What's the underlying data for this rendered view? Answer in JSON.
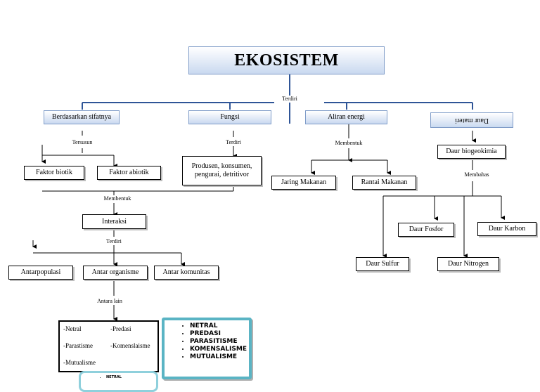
{
  "title": "EKOSISTEM",
  "top_label": "Terdiri",
  "categories": {
    "sifat": "Berdasarkan sifatnya",
    "fungsi": "Fungsi",
    "aliran": "Aliran energi",
    "daur": "Daur materi"
  },
  "labels": {
    "tersusun": "Tersusun",
    "terdiri_fungsi": "Terdiri",
    "membentuk_aliran": "Membentuk",
    "membahas": "Membahas",
    "membentuk_faktor": "Membentuk",
    "terdiri_interaksi": "Terdiri",
    "antara_lain": "Antara lain"
  },
  "nodes": {
    "faktor_biotik": "Faktor biotik",
    "faktor_abiotik": "Faktor abiotik",
    "produsen": "Produsen, konsumen, pengurai, detritivor",
    "jaring": "Jaring Makanan",
    "rantai": "Rantai Makanan",
    "biogeokimia": "Daur biogeokimia",
    "fosfor": "Daur Fosfor",
    "karbon": "Daur Karbon",
    "sulfur": "Daur Sulfur",
    "nitrogen": "Daur Nitrogen",
    "interaksi": "Interaksi",
    "antarpopulasi": "Antarpopulasi",
    "antar_organisme": "Antar organisme",
    "antar_komunitas": "Antar komunitas"
  },
  "relations": {
    "netral": "-Netral",
    "predasi": "-Predasi",
    "parasitisme": "-Parastisme",
    "komensalisme": "-Komenslaisme",
    "mutualisme": "-Mutualisme"
  },
  "list_items": [
    "NETRAL",
    "PREDASI",
    "PARASITISME",
    "KOMENSALISME",
    "MUTUALISME"
  ],
  "mini_item": "NETRAL",
  "colors": {
    "connector_blue": "#2f5597",
    "box_gradient_bottom": "#c9d9f0",
    "box_border_blue": "#7f9cc8",
    "list_border": "#5ab4c4"
  }
}
